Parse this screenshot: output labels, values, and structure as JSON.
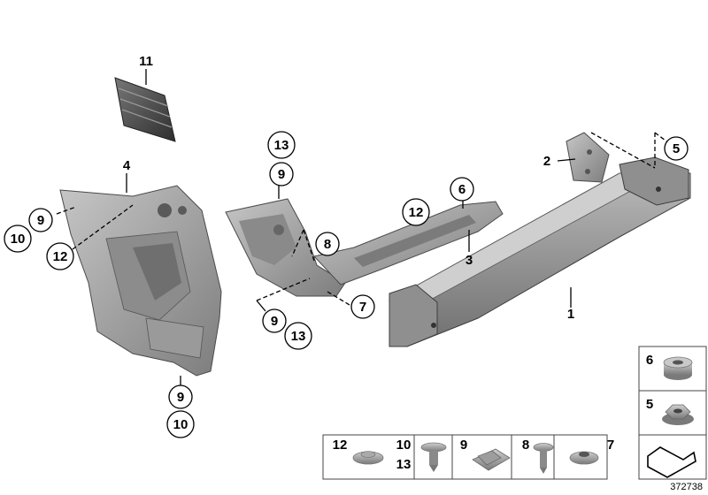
{
  "diagram": {
    "callouts": {
      "c1": "1",
      "c2": "2",
      "c3": "3",
      "c4": "4",
      "c5": "5",
      "c6": "6",
      "c7": "7",
      "c8": "8",
      "c9a": "9",
      "c9b": "9",
      "c9c": "9",
      "c10a": "10",
      "c10b": "10",
      "c11": "11",
      "c12a": "12",
      "c12b": "12",
      "c13a": "13",
      "c13b": "13"
    },
    "parts_key": {
      "k6": "6",
      "k5": "5",
      "k12": "12",
      "k10": "10",
      "k13": "13",
      "k9": "9",
      "k8": "8",
      "k7": "7"
    },
    "drawing_number": "372738"
  }
}
